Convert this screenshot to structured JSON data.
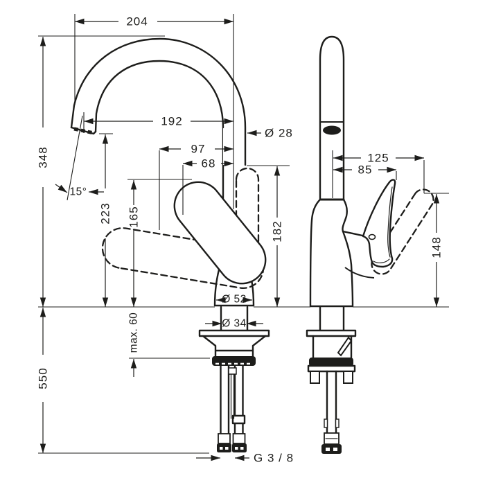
{
  "meta": {
    "background": "#ffffff",
    "line_color": "#1d1d1b",
    "drawing_type": "kitchen faucet installation dimension drawing"
  },
  "front_view": {
    "name": "faucet front view with mounting hoses",
    "dims": {
      "overall_reach": "204",
      "height_to_spout_top": "348",
      "spout_reach": "192",
      "spout_tube_diameter": "Ø 28",
      "handle_swing_outer": "97",
      "handle_swing_inner": "68",
      "handle_height": "165",
      "spout_tip_height": "223",
      "outlet_height": "182",
      "spout_angle": "15°",
      "base_diameter": "Ø 52",
      "shank_diameter": "Ø 34",
      "max_deck_thickness": "max. 60",
      "hose_length": "550",
      "connection_thread": "G 3 / 8"
    }
  },
  "side_view": {
    "name": "faucet side view with handle positions",
    "dims": {
      "handle_tilted_reach": "125",
      "handle_upright_reach": "85",
      "handle_top_height": "148"
    }
  }
}
